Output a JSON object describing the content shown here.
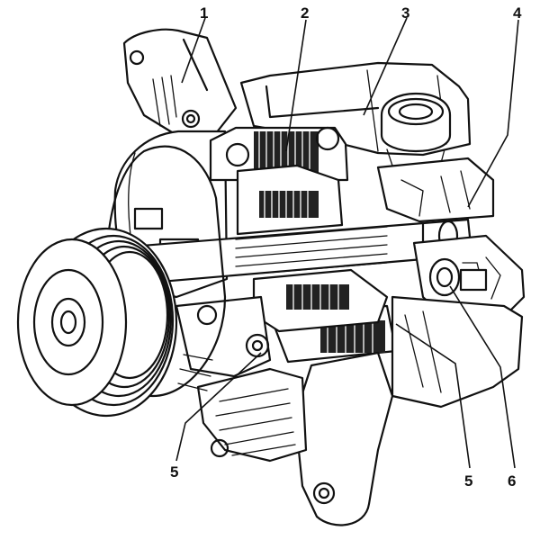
{
  "callouts": [
    {
      "id": "c1",
      "label": "1"
    },
    {
      "id": "c2",
      "label": "2"
    },
    {
      "id": "c3",
      "label": "3"
    },
    {
      "id": "c4",
      "label": "4"
    },
    {
      "id": "c5a",
      "label": "5"
    },
    {
      "id": "c5b",
      "label": "5"
    },
    {
      "id": "c6",
      "label": "6"
    }
  ]
}
